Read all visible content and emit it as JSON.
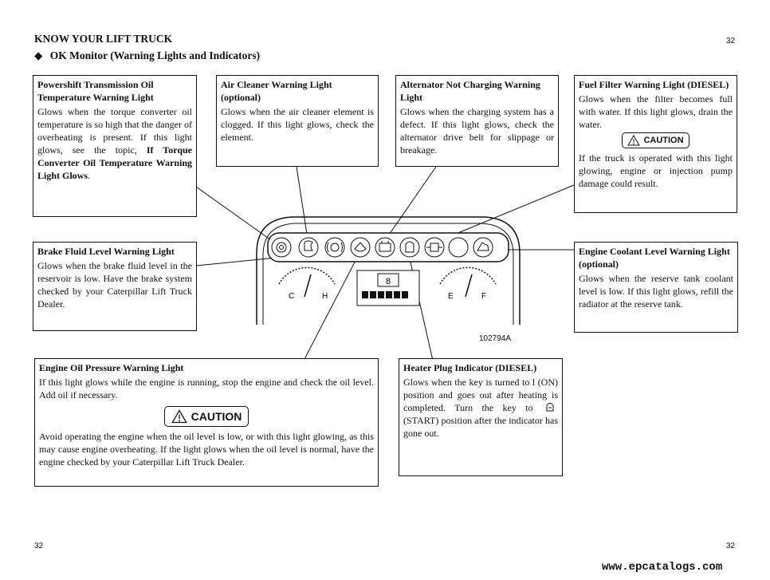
{
  "header": {
    "section": "KNOW YOUR LIFT TRUCK",
    "subtitle": "OK Monitor (Warning Lights and Indicators)",
    "bullet": "◆",
    "page_top": "32"
  },
  "boxes": {
    "powershift": {
      "title": "Powershift Transmission Oil Temperature Warning Light",
      "body": "Glows when the torque converter oil temperature is so high that the danger of overheating is present. If this light glows, see the topic, ",
      "bold_tail": "If Torque Converter Oil Temperature Warning Light Glows",
      "tail_end": "."
    },
    "air": {
      "title": "Air Cleaner Warning Light (optional)",
      "body": "Glows when the air cleaner element is clogged. If this light glows, check the element."
    },
    "alternator": {
      "title": "Alternator Not Charging Warning Light",
      "body": "Glows when the charging system has a defect. If this light glows, check the alternator drive belt for slippage or breakage."
    },
    "fuel": {
      "title": "Fuel Filter Warning Light (DIESEL)",
      "body": "Glows when the filter becomes full with water. If this light glows, drain the water.",
      "caution": "CAUTION",
      "body2": "If the truck is operated with this light glowing, engine or injection pump damage could result."
    },
    "brake": {
      "title": "Brake Fluid Level Warning Light",
      "body": "Glows when the brake fluid level in the reservoir is low. Have the brake system checked by your Caterpillar Lift Truck Dealer."
    },
    "coolant": {
      "title": "Engine Coolant Level Warning Light (optional)",
      "body": "Glows when the reserve tank coolant level is low. If this light glows, refill the radiator at the reserve tank."
    },
    "oil": {
      "title": "Engine Oil Pressure Warning Light",
      "body": "If this light glows while the engine is running, stop the engine and check the oil level. Add oil if necessary.",
      "caution": "CAUTION",
      "body2": "Avoid operating the engine when the oil level is low, or with this light glowing, as this may cause engine overheating. If the light glows when the oil level is normal, have the engine checked by your Caterpillar Lift Truck Dealer."
    },
    "heater": {
      "title": "Heater Plug Indicator (DIESEL)",
      "body_a": "Glows when the key is turned to l (ON) position and goes out after heating is completed. Turn the key to",
      "body_b": "(START) position after the indicator has gone out."
    }
  },
  "figure": {
    "code": "102794A"
  },
  "footer": {
    "page_left": "32",
    "page_right": "32",
    "website": "www.epcatalogs.com"
  }
}
